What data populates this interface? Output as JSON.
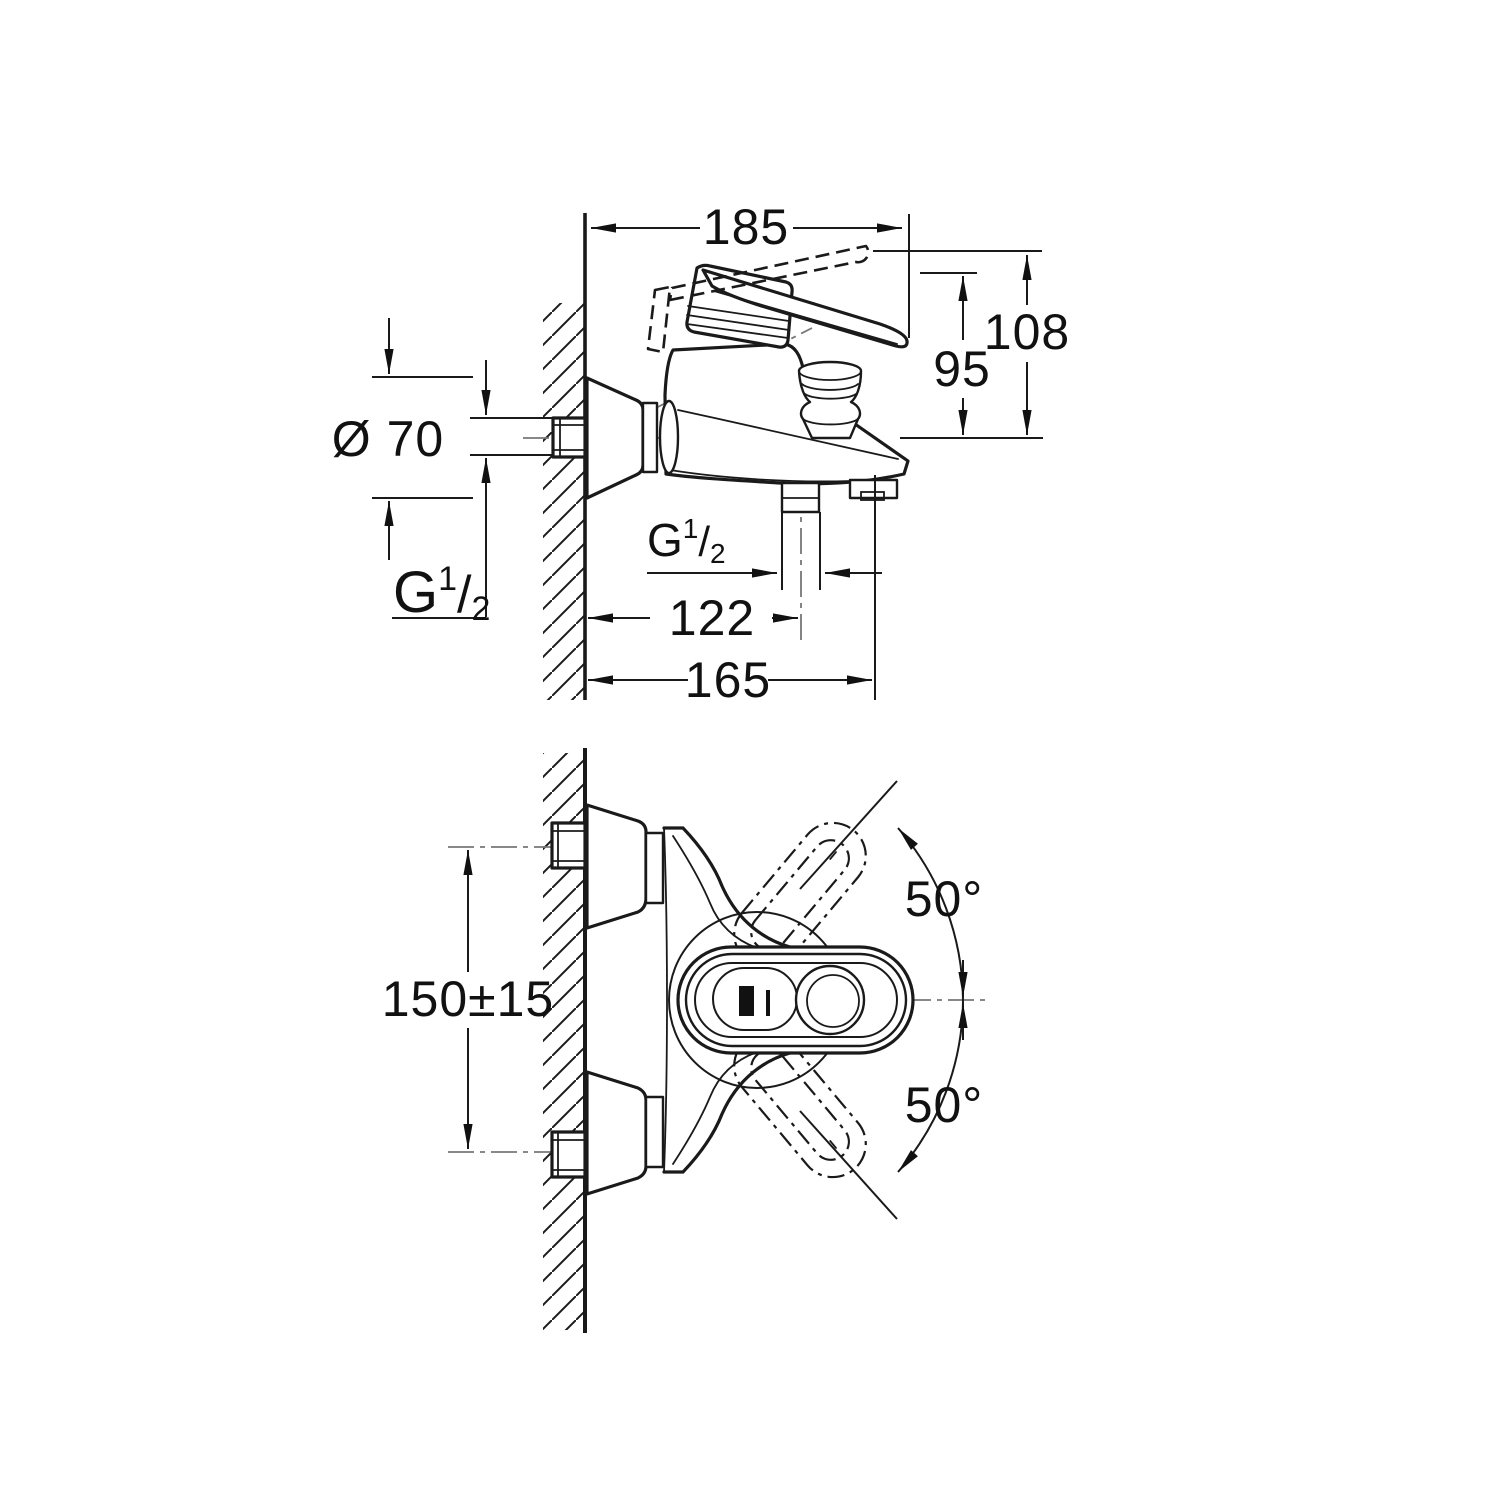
{
  "figure": {
    "background": "#ffffff",
    "line_color": "#1a1a1a",
    "centerline_color": "#777777"
  },
  "side_view": {
    "overall_width": "185",
    "height_lever_raised": "108",
    "height_lever_rest": "95",
    "flange_diameter": "Ø 70",
    "wall_thread": {
      "base": "G",
      "sup": "1",
      "slash": "/",
      "sub": "2"
    },
    "outlet_thread": {
      "base": "G",
      "sup": "1",
      "slash": "/",
      "sub": "2"
    },
    "outlet_offset": "122",
    "spout_reach": "165"
  },
  "front_view": {
    "mount_centers": "150±15",
    "swing_angle_up": "50°",
    "swing_angle_down": "50°"
  }
}
